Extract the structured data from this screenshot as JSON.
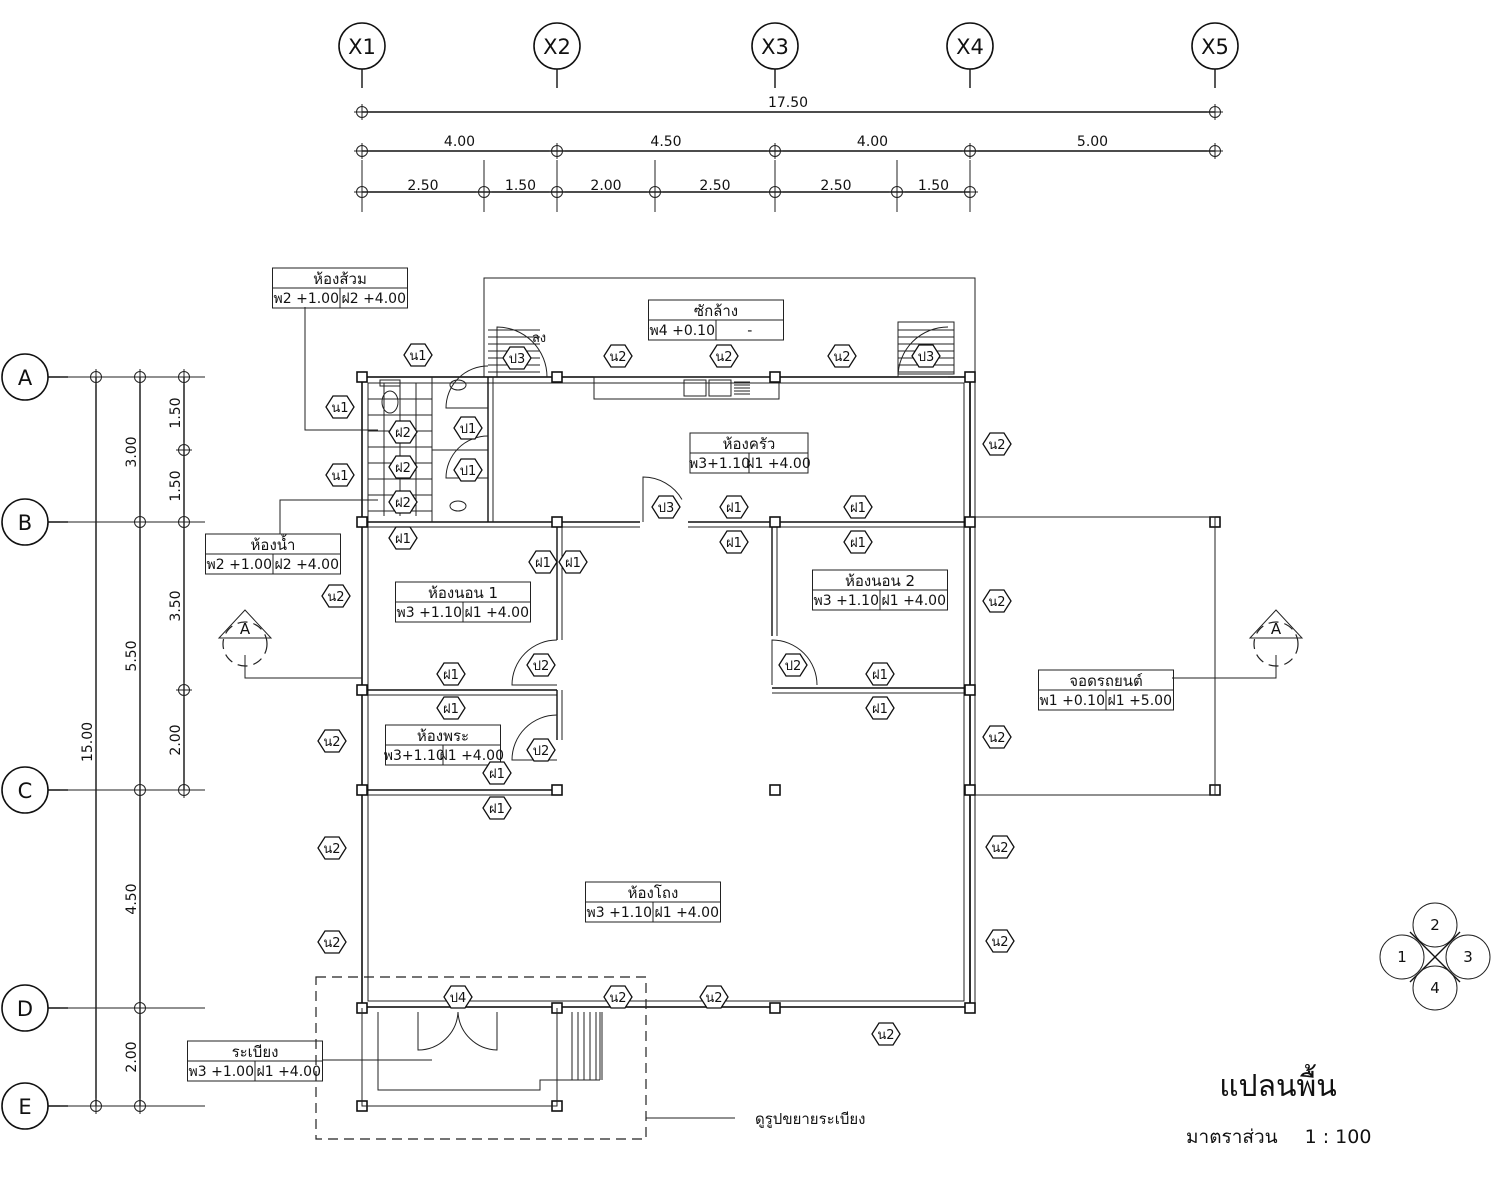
{
  "grid": {
    "x_axes": [
      "X1",
      "X2",
      "X3",
      "X4",
      "X5"
    ],
    "y_axes": [
      "A",
      "B",
      "C",
      "D",
      "E"
    ]
  },
  "dims_top": {
    "total": "17.50",
    "main": [
      "4.00",
      "4.50",
      "4.00",
      "5.00"
    ],
    "sub": [
      "2.50",
      "1.50",
      "2.00",
      "2.50",
      "2.50",
      "1.50"
    ]
  },
  "dims_left": {
    "total": "15.00",
    "main": [
      "5.50",
      "4.50",
      "2.00"
    ],
    "sub": [
      "3.00"
    ],
    "inner": [
      "1.50",
      "1.50",
      "3.50",
      "2.00"
    ]
  },
  "rooms": {
    "toilet": {
      "name": "ห้องส้วม",
      "floor": "พ2 +1.00",
      "ceiling": "ฝ2 +4.00"
    },
    "laundry": {
      "name": "ซักล้าง",
      "floor": "พ4 +0.10",
      "ceiling": "-"
    },
    "kitchen": {
      "name": "ห้องครัว",
      "floor": "พ3+1.10",
      "ceiling": "ฝ1 +4.00"
    },
    "bathroom": {
      "name": "ห้องน้ำ",
      "floor": "พ2 +1.00",
      "ceiling": "ฝ2 +4.00"
    },
    "bedroom1": {
      "name": "ห้องนอน 1",
      "floor": "พ3 +1.10",
      "ceiling": "ฝ1 +4.00"
    },
    "bedroom2": {
      "name": "ห้องนอน 2",
      "floor": "พ3 +1.10",
      "ceiling": "ฝ1 +4.00"
    },
    "shrine": {
      "name": "ห้องพระ",
      "floor": "พ3+1.10",
      "ceiling": "ฝ1 +4.00"
    },
    "carport": {
      "name": "จอดรถยนต์",
      "floor": "พ1 +0.10",
      "ceiling": "ฝ1 +5.00"
    },
    "hall": {
      "name": "ห้องโถง",
      "floor": "พ3 +1.10",
      "ceiling": "ฝ1 +4.00"
    },
    "veranda": {
      "name": "ระเบียง",
      "floor": "พ3 +1.00",
      "ceiling": "ฝ1 +4.00"
    }
  },
  "tags": {
    "window_w1": "น1",
    "window_w2": "น2",
    "door_p1": "ป1",
    "door_p2": "ป2",
    "door_p3": "ป3",
    "door_p4": "ป4",
    "wall_f1": "ฝ1",
    "wall_f2": "ฝ2"
  },
  "stair_down": "ลง",
  "section_marker": "A",
  "elevation_numbers": [
    "1",
    "2",
    "3",
    "4"
  ],
  "veranda_detail_note": "ดูรูปขยายระเบียง",
  "title": "แปลนพื้น",
  "scale_label": "มาตราส่วน",
  "scale_value": "1 : 100"
}
